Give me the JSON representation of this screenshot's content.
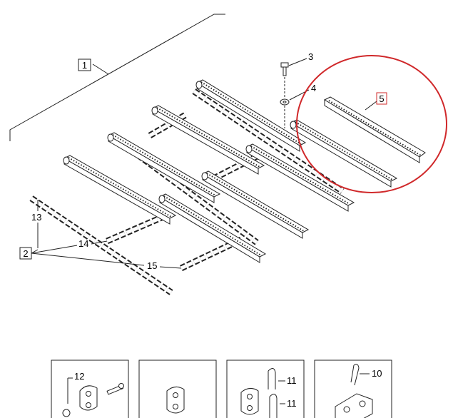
{
  "labels": {
    "box1": "1",
    "box2": "2",
    "box5": "5",
    "n3": "3",
    "n4": "4",
    "n10": "10",
    "n11a": "11",
    "n11b": "11",
    "n12": "12",
    "n13": "13",
    "n14": "14",
    "n15": "15"
  },
  "colors": {
    "line": "#222222",
    "highlight_circle": "#d0282a",
    "box5_border": "#d0282a"
  },
  "icons": {
    "bolt": "bolt-icon",
    "washer": "washer-icon",
    "slat": "slat-icon",
    "chain": "roller-chain-icon",
    "connecting_link": "connecting-link-icon",
    "cotter_pin": "cotter-pin-icon",
    "attachment_link": "attachment-link-icon"
  }
}
